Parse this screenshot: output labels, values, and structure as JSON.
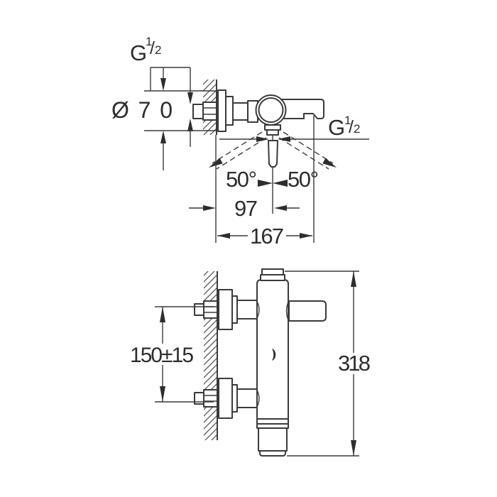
{
  "style": {
    "line_color": "#3a3a3a",
    "background": "#ffffff"
  },
  "side_view": {
    "inlet_thread": {
      "g": "G",
      "sup": "1",
      "slash": "/",
      "sub": "2"
    },
    "outlet_thread": {
      "g": "G",
      "sup": "1",
      "slash": "/",
      "sub": "2"
    },
    "escutcheon_diameter": "Ø70",
    "swing_angle_left": "50°",
    "swing_angle_right": "50°",
    "wall_to_outlet_center": "97",
    "wall_to_spout_end": "167"
  },
  "front_view": {
    "connection_spacing": "150±15",
    "overall_height": "318"
  }
}
